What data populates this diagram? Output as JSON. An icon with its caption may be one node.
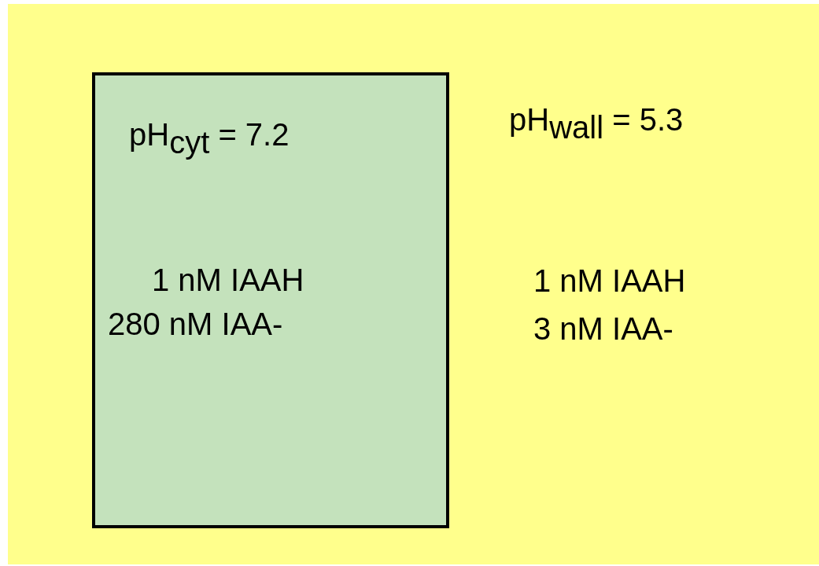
{
  "diagram": {
    "nodes": [
      {
        "text": [
          "pH$_{wall}$ = 5.3",
          "1 nM IAAH",
          "3 nM IAA-"
        ]
      },
      {
        "text": [
          "pH$_{cyt}$ = 7.2",
          "1 nM IAAH",
          "280 nM IAA-"
        ],
        "in": 0
      }
    ],
    "edges": []
  }
}
